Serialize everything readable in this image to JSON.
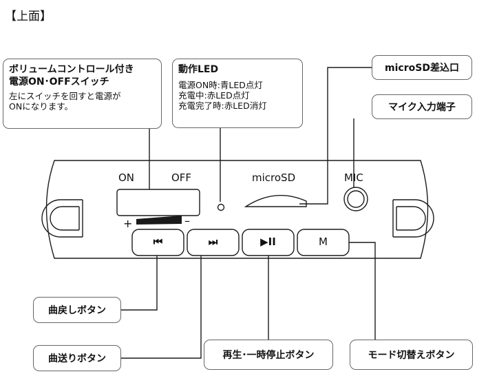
{
  "heading": "【上面】",
  "callouts": {
    "volume": {
      "title_line1": "ボリュームコントロール付き",
      "title_line2": "電源ON･OFFスイッチ",
      "desc_line1": "左にスイッチを回すと電源が",
      "desc_line2": "ONになります。"
    },
    "led": {
      "title": "動作LED",
      "desc_line1": "電源ON時:青LED点灯",
      "desc_line2": "充電中:赤LED点灯",
      "desc_line3": "充電完了時:赤LED消灯"
    },
    "microsd": "microSD差込口",
    "mic": "マイク入力端子",
    "prev": "曲戻しボタン",
    "next": "曲送りボタン",
    "play": "再生･一時停止ボタン",
    "mode": "モード切替えボタン"
  },
  "device": {
    "on_label": "ON",
    "off_label": "OFF",
    "plus": "+",
    "minus": "–",
    "microsd_label": "microSD",
    "mic_label": "MIC",
    "btn_prev": "⏮",
    "btn_next": "⏭",
    "btn_play": "▶II",
    "btn_mode": "M"
  }
}
